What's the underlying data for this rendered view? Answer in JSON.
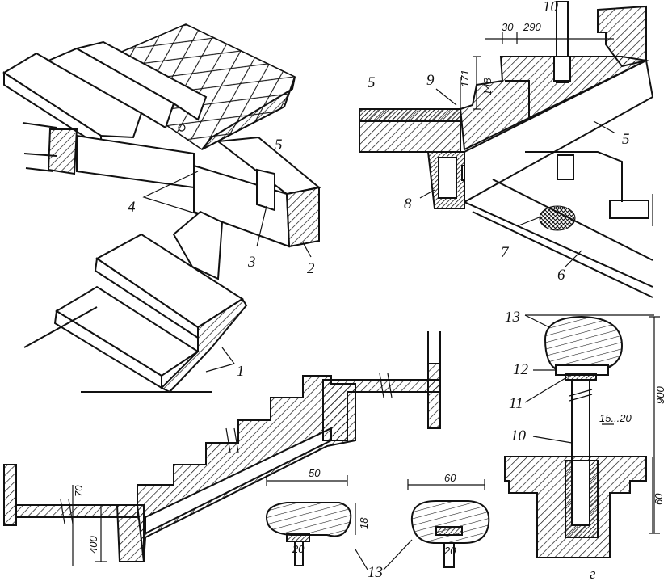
{
  "panel_a": {
    "labels": [
      "5",
      "4",
      "3",
      "2",
      "1"
    ]
  },
  "panel_b": {
    "labels": [
      "10",
      "9",
      "5",
      "5",
      "8",
      "7",
      "6"
    ],
    "dims": [
      "30",
      "290",
      "171",
      "148"
    ]
  },
  "panel_c": {
    "dims": [
      "70",
      "400"
    ]
  },
  "handrail_profiles": {
    "dims": [
      "50",
      "18",
      "20",
      "60",
      "20"
    ],
    "label": "13"
  },
  "panel_g": {
    "labels": [
      "13",
      "12",
      "11",
      "10"
    ],
    "dims": [
      "900",
      "15...20",
      "60"
    ],
    "panel_letter": "г"
  }
}
